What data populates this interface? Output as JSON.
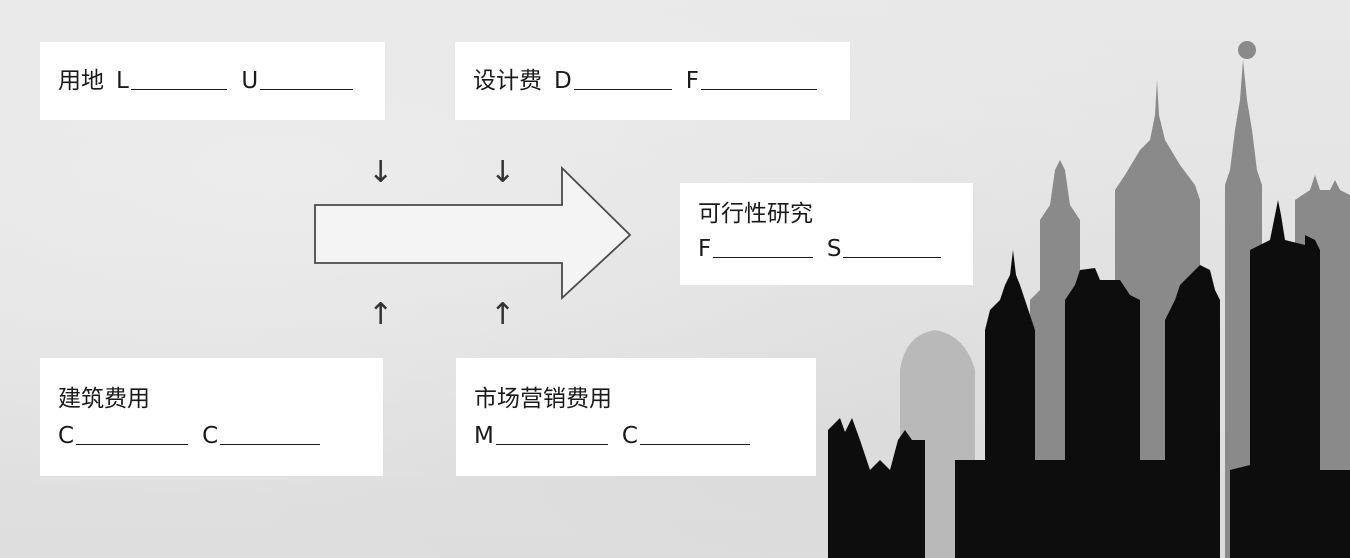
{
  "cards": {
    "land": {
      "title": "用地",
      "blank1": "L",
      "blank2": "U"
    },
    "design": {
      "title": "设计费",
      "blank1": "D",
      "blank2": "F"
    },
    "feasibility": {
      "title": "可行性研究",
      "blank1": "F",
      "blank2": "S"
    },
    "construction": {
      "title": "建筑费用",
      "blank1": "C",
      "blank2": "C"
    },
    "marketing": {
      "title": "市场营销费用",
      "blank1": "M",
      "blank2": "C"
    }
  },
  "arrows": {
    "down": "↓",
    "up": "↑"
  },
  "colors": {
    "background": "#e4e4e4",
    "card": "#ffffff",
    "silhouette_dark": "#0d0d0d",
    "silhouette_mid": "#8a8a8a",
    "silhouette_light": "#b9b9b9"
  }
}
